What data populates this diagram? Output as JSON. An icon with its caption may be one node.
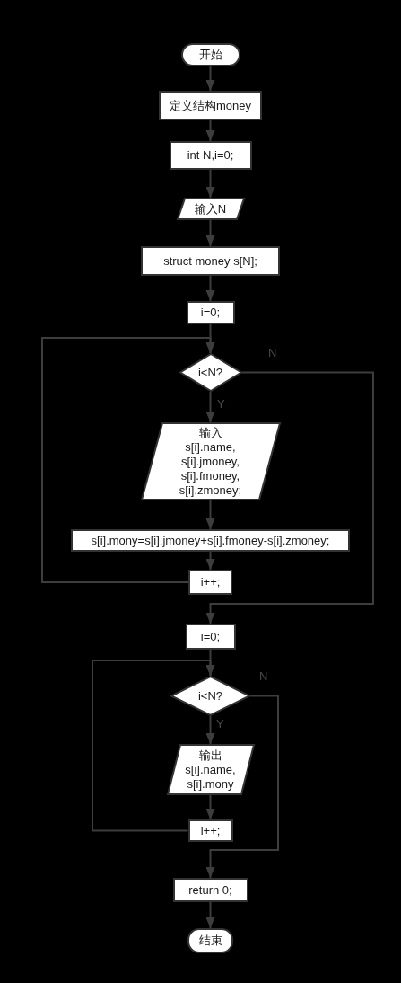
{
  "diagram": {
    "nodes": [
      {
        "text": [
          "开始"
        ]
      },
      {
        "text": [
          "定义结构money"
        ]
      },
      {
        "text": [
          "int N,i=0;"
        ]
      },
      {
        "text": [
          "输入N"
        ]
      },
      {
        "text": [
          "struct money s[N];"
        ]
      },
      {
        "text": [
          "i=0;"
        ]
      },
      {
        "text": [
          "i<N?"
        ]
      },
      {
        "text": [
          "输入 s[i].name, s[i].jmoney, s[i].fmoney, s[i].zmoney;"
        ]
      },
      {
        "text": [
          "s[i].mony=s[i].jmoney+s[i].fmoney-s[i].zmoney;"
        ]
      },
      {
        "text": [
          "i++;"
        ]
      },
      {
        "text": [
          "i=0;"
        ]
      },
      {
        "text": [
          "i<N?"
        ]
      },
      {
        "text": [
          "输出 s[i].name, s[i].mony"
        ]
      },
      {
        "text": [
          "i++;"
        ]
      },
      {
        "text": [
          "return 0;"
        ]
      },
      {
        "text": [
          "结束"
        ]
      }
    ],
    "edges": [
      {
        "from": 0,
        "to": 1,
        "arrow": "to"
      },
      {
        "from": 1,
        "to": 2,
        "arrow": "to"
      },
      {
        "from": 2,
        "to": 3,
        "arrow": "to"
      },
      {
        "from": 3,
        "to": 4,
        "arrow": "to"
      },
      {
        "from": 4,
        "to": 5,
        "arrow": "to"
      },
      {
        "from": 5,
        "to": 6,
        "arrow": "to"
      },
      {
        "from": 6,
        "to": 7,
        "arrow": "to",
        "label": "Y"
      },
      {
        "from": 7,
        "to": 8,
        "arrow": "to"
      },
      {
        "from": 8,
        "to": 9,
        "arrow": "to"
      },
      {
        "from": 9,
        "to": 6,
        "arrow": "to"
      },
      {
        "from": 6,
        "to": 10,
        "arrow": "to",
        "label": "N"
      },
      {
        "from": 10,
        "to": 11,
        "arrow": "to"
      },
      {
        "from": 11,
        "to": 12,
        "arrow": "to",
        "label": "Y"
      },
      {
        "from": 12,
        "to": 13,
        "arrow": "to"
      },
      {
        "from": 13,
        "to": 11,
        "arrow": "to"
      },
      {
        "from": 11,
        "to": 14,
        "arrow": "to",
        "label": "N"
      },
      {
        "from": 14,
        "to": 15,
        "arrow": "to"
      }
    ]
  }
}
